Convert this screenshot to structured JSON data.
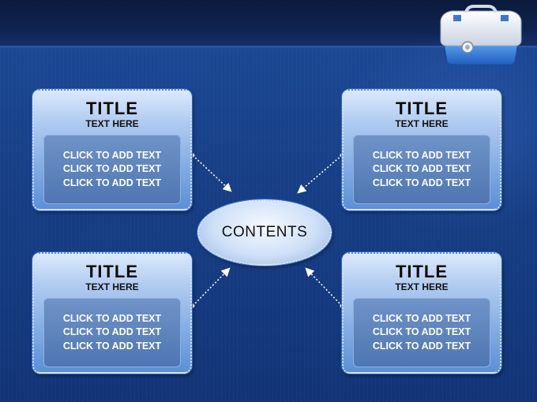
{
  "center": {
    "label": "CONTENTS"
  },
  "cards": [
    {
      "title": "TITLE",
      "subtitle": "TEXT HERE",
      "lines": [
        "CLICK TO ADD TEXT",
        "CLICK TO ADD TEXT",
        "CLICK TO ADD TEXT"
      ]
    },
    {
      "title": "TITLE",
      "subtitle": "TEXT HERE",
      "lines": [
        "CLICK TO ADD TEXT",
        "CLICK TO ADD TEXT",
        "CLICK TO ADD TEXT"
      ]
    },
    {
      "title": "TITLE",
      "subtitle": "TEXT HERE",
      "lines": [
        "CLICK TO ADD TEXT",
        "CLICK TO ADD TEXT",
        "CLICK TO ADD TEXT"
      ]
    },
    {
      "title": "TITLE",
      "subtitle": "TEXT HERE",
      "lines": [
        "CLICK TO ADD TEXT",
        "CLICK TO ADD TEXT",
        "CLICK TO ADD TEXT"
      ]
    }
  ],
  "colors": {
    "background": "#173f86",
    "topbar": "#0f2553",
    "card_body": "#5a80bb",
    "text_light": "#ffffff",
    "text_dark": "#111111"
  },
  "icons": {
    "corner_graphic": "toolbox-icon"
  }
}
